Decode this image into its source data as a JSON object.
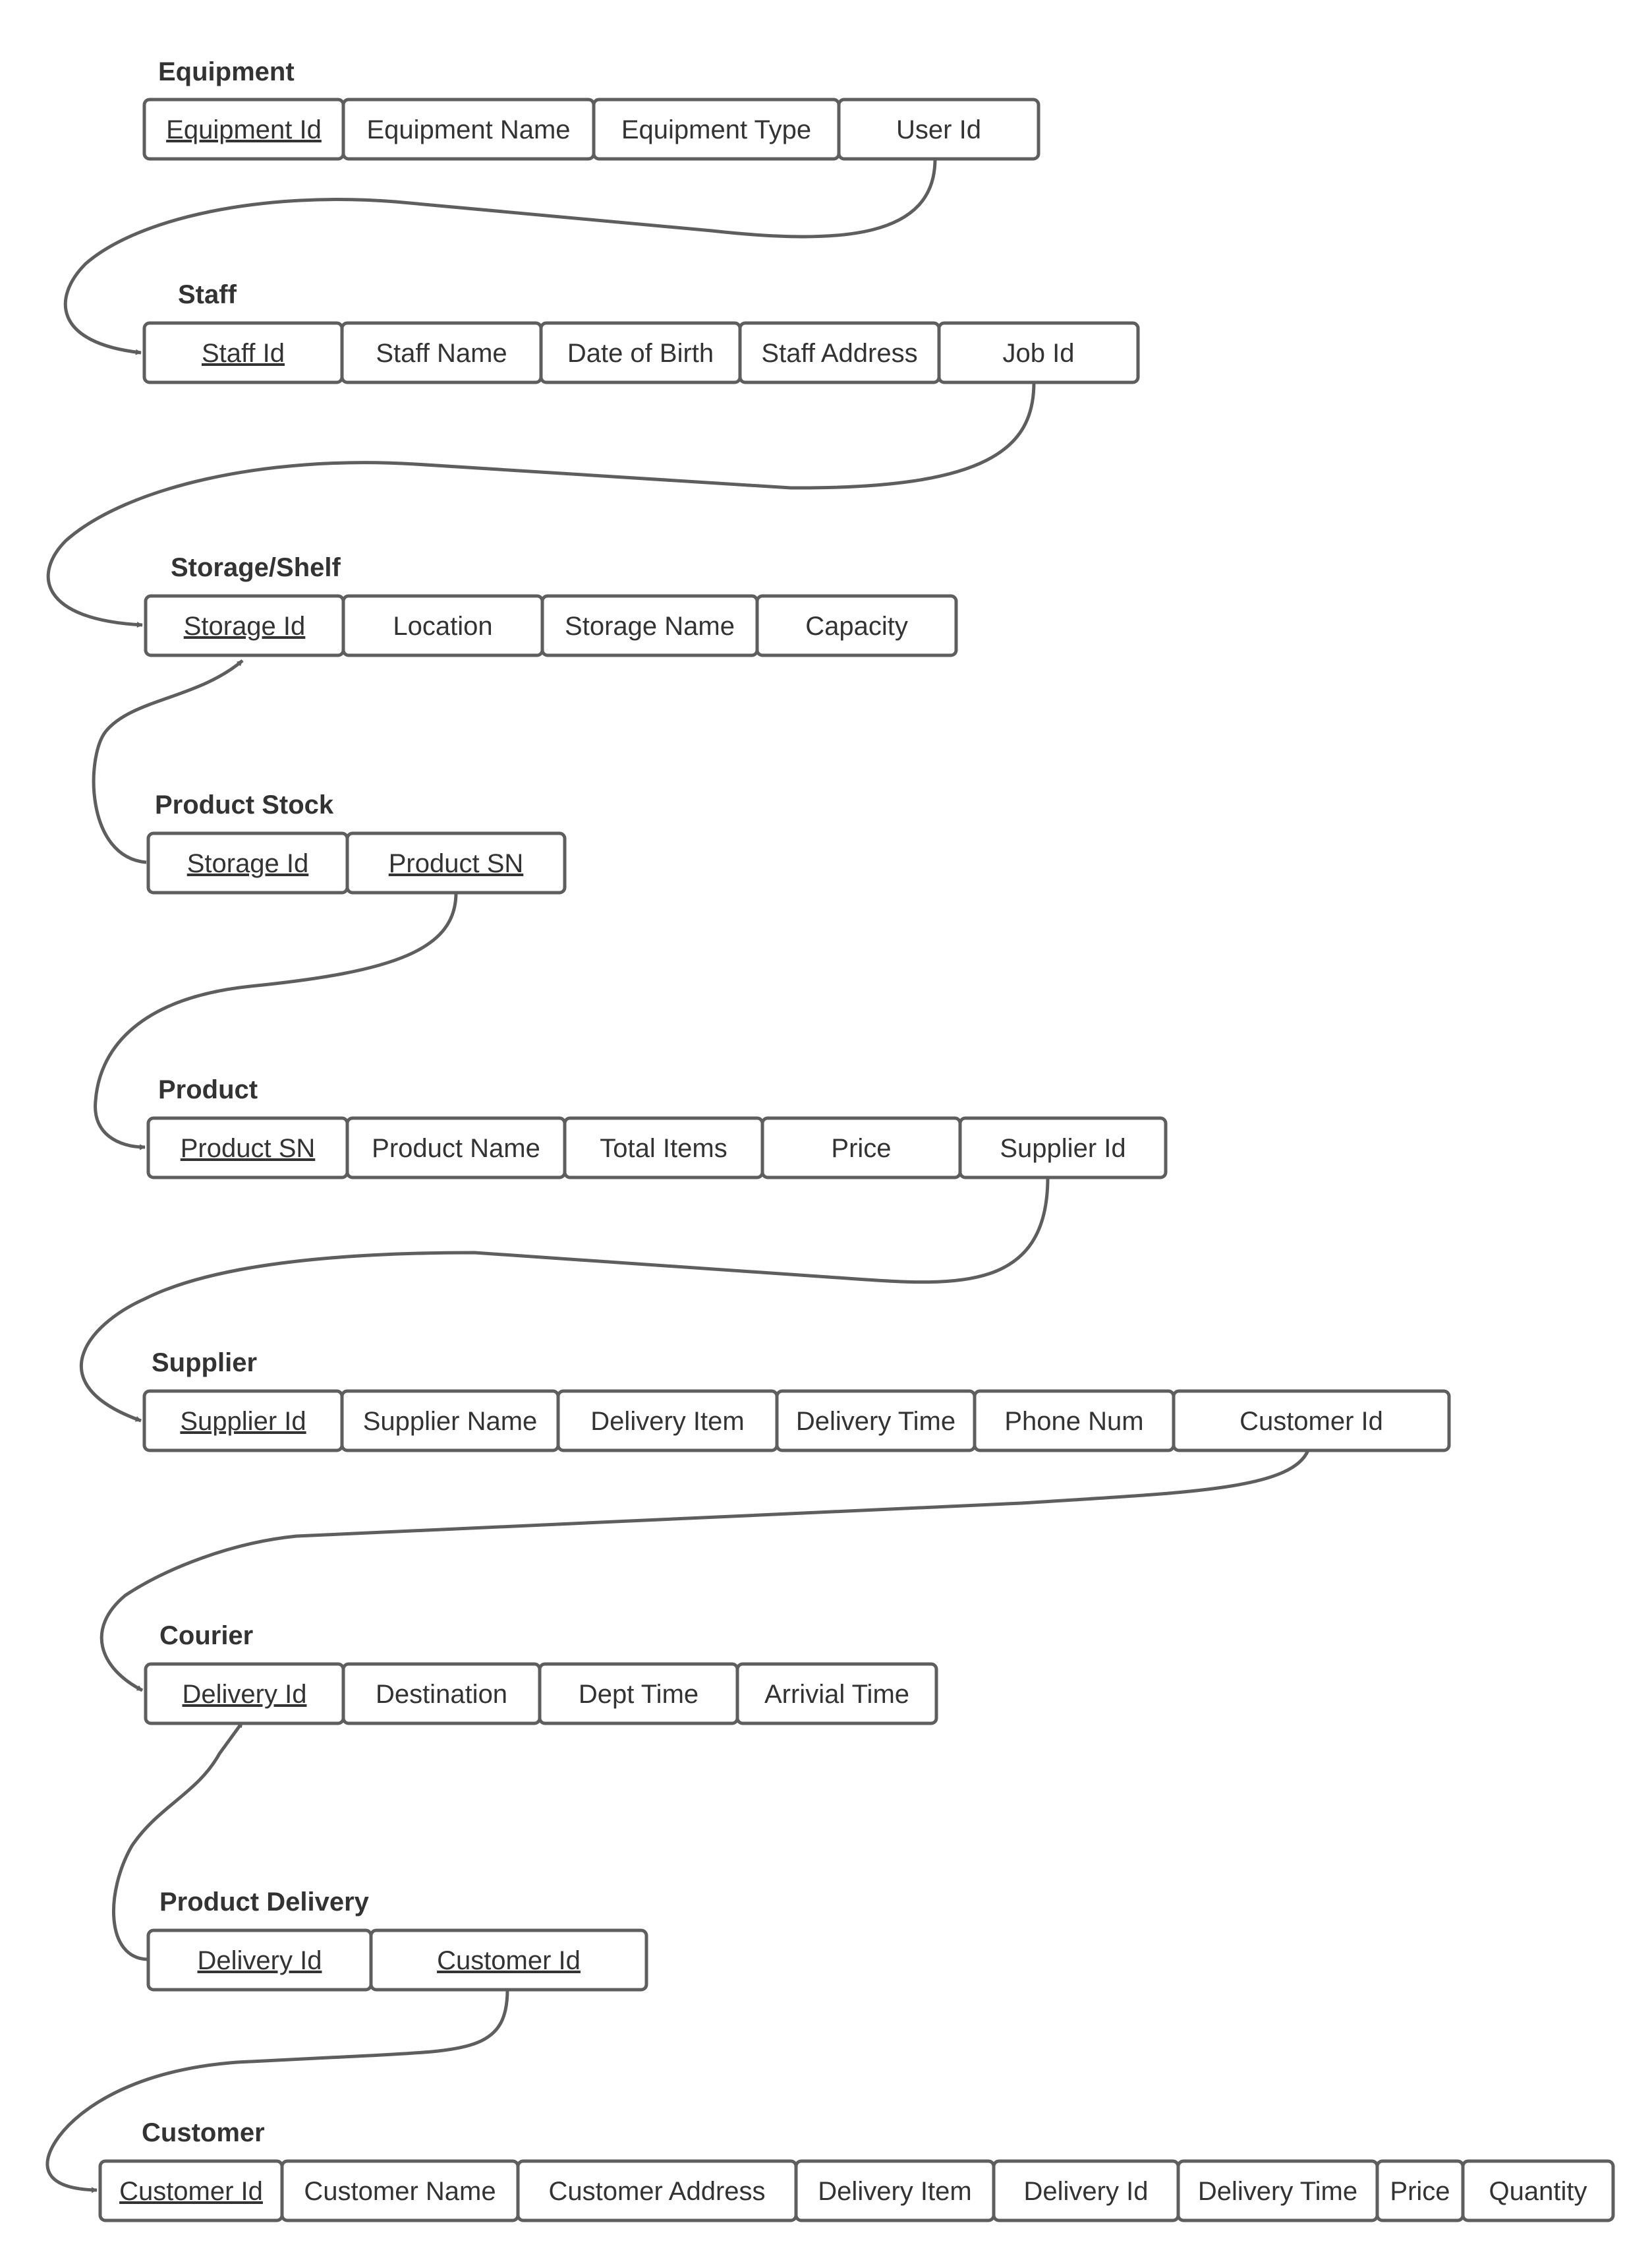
{
  "colors": {
    "stroke": "#5e5e5e",
    "text": "#333333",
    "background": "#ffffff"
  },
  "tables": [
    {
      "id": "equipment",
      "title": "Equipment",
      "fields": [
        {
          "label": "Equipment Id",
          "key": true
        },
        {
          "label": "Equipment Name"
        },
        {
          "label": "Equipment Type"
        },
        {
          "label": "User Id"
        }
      ]
    },
    {
      "id": "staff",
      "title": "Staff",
      "fields": [
        {
          "label": "Staff Id",
          "key": true
        },
        {
          "label": "Staff Name"
        },
        {
          "label": "Date of Birth"
        },
        {
          "label": "Staff Address"
        },
        {
          "label": "Job Id"
        }
      ]
    },
    {
      "id": "storage",
      "title": "Storage/Shelf",
      "fields": [
        {
          "label": "Storage Id",
          "key": true
        },
        {
          "label": "Location"
        },
        {
          "label": "Storage Name"
        },
        {
          "label": "Capacity"
        }
      ]
    },
    {
      "id": "product-stock",
      "title": "Product Stock",
      "fields": [
        {
          "label": "Storage Id",
          "key": true
        },
        {
          "label": "Product SN",
          "key": true
        }
      ]
    },
    {
      "id": "product",
      "title": "Product",
      "fields": [
        {
          "label": "Product SN",
          "key": true
        },
        {
          "label": "Product Name"
        },
        {
          "label": "Total Items"
        },
        {
          "label": "Price"
        },
        {
          "label": "Supplier Id"
        }
      ]
    },
    {
      "id": "supplier",
      "title": "Supplier",
      "fields": [
        {
          "label": "Supplier Id",
          "key": true
        },
        {
          "label": "Supplier Name"
        },
        {
          "label": "Delivery Item"
        },
        {
          "label": "Delivery Time"
        },
        {
          "label": "Phone Num"
        },
        {
          "label": "Customer Id"
        }
      ]
    },
    {
      "id": "courier",
      "title": "Courier",
      "fields": [
        {
          "label": "Delivery Id",
          "key": true
        },
        {
          "label": "Destination"
        },
        {
          "label": "Dept Time"
        },
        {
          "label": "Arrivial Time"
        }
      ]
    },
    {
      "id": "product-delivery",
      "title": "Product Delivery",
      "fields": [
        {
          "label": "Delivery Id",
          "key": true
        },
        {
          "label": "Customer Id",
          "key": true
        }
      ]
    },
    {
      "id": "customer",
      "title": "Customer",
      "fields": [
        {
          "label": "Customer Id",
          "key": true
        },
        {
          "label": "Customer Name"
        },
        {
          "label": "Customer Address"
        },
        {
          "label": "Delivery Item"
        },
        {
          "label": "Delivery Id"
        },
        {
          "label": "Delivery Time"
        },
        {
          "label": "Price"
        },
        {
          "label": "Quantity"
        }
      ]
    }
  ],
  "relationships": [
    {
      "from": "equipment.User Id",
      "to": "staff.Staff Id"
    },
    {
      "from": "staff.Job Id",
      "to": "storage.Storage Id"
    },
    {
      "from": "product-stock.Storage Id",
      "to": "storage.Storage Id"
    },
    {
      "from": "product-stock.Product SN",
      "to": "product.Product SN"
    },
    {
      "from": "product.Supplier Id",
      "to": "supplier.Supplier Id"
    },
    {
      "from": "supplier.Customer Id",
      "to": "courier.Delivery Id"
    },
    {
      "from": "product-delivery.Delivery Id",
      "to": "courier.Delivery Id"
    },
    {
      "from": "product-delivery.Customer Id",
      "to": "customer.Customer Id"
    }
  ]
}
